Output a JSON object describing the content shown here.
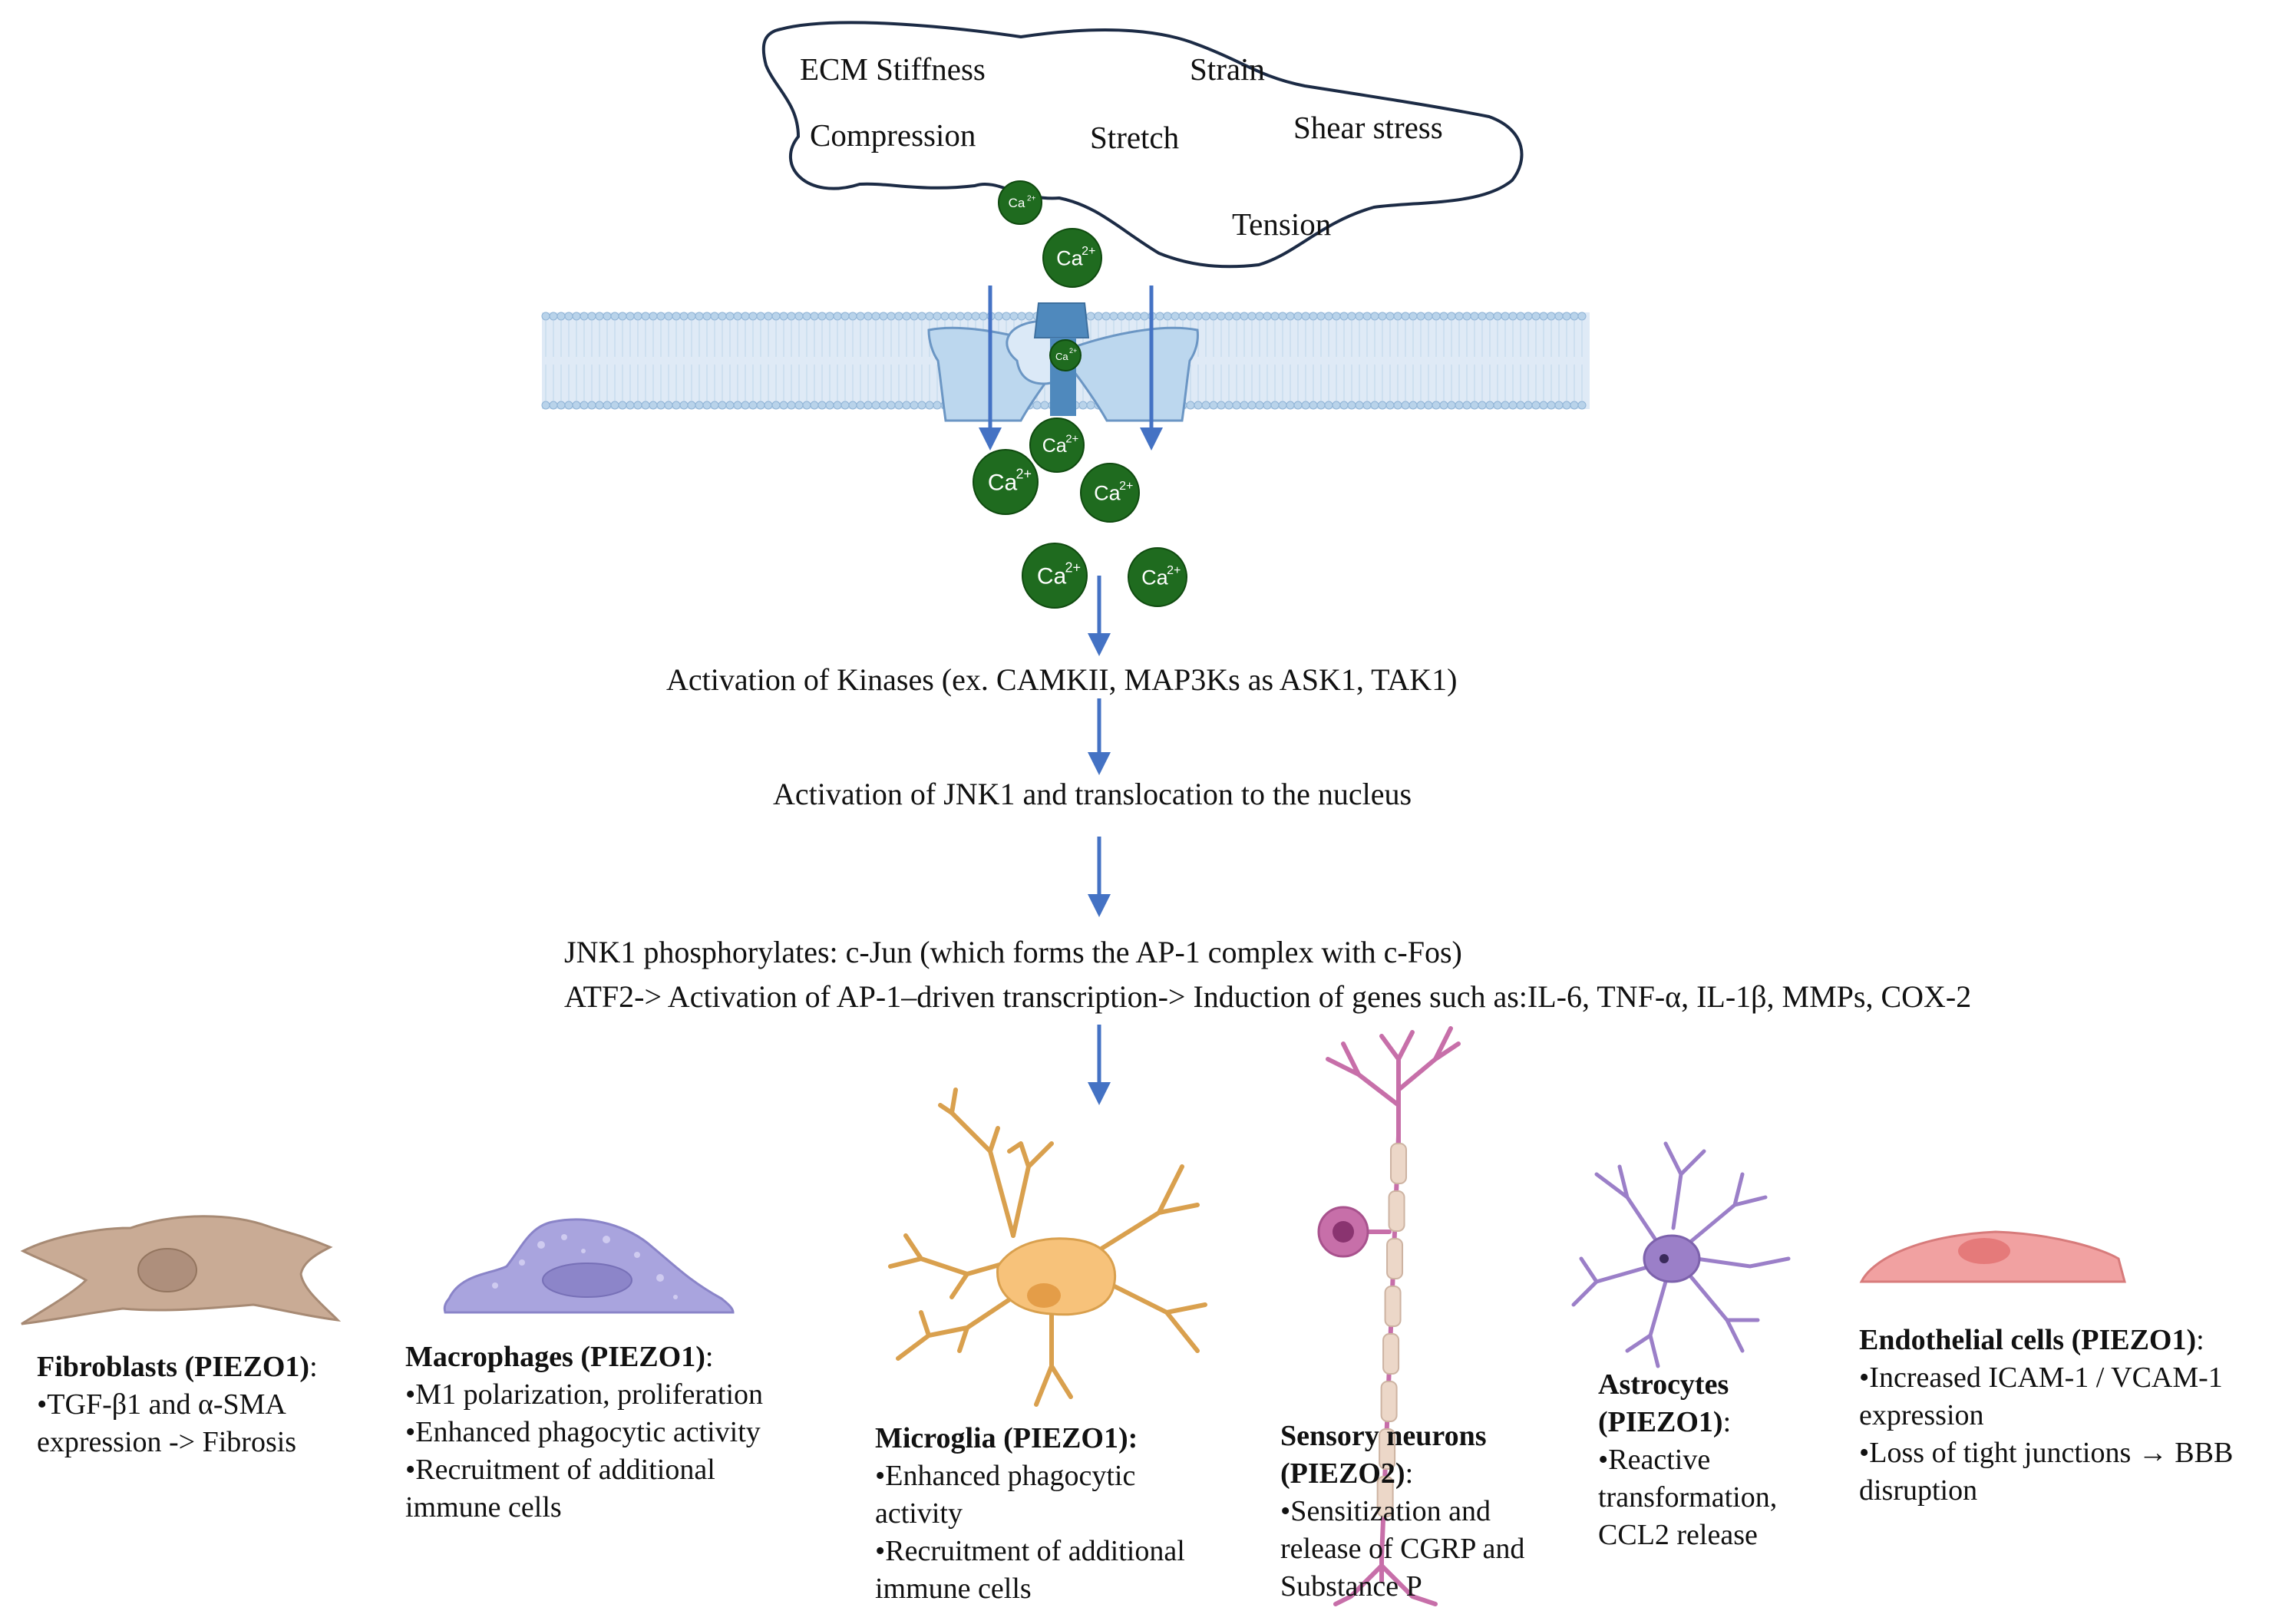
{
  "stimuli": {
    "ecm_stiffness": "ECM Stiffness",
    "strain": "Strain",
    "compression": "Compression",
    "stretch": "Stretch",
    "shear_stress": "Shear stress",
    "tension": "Tension"
  },
  "calcium": {
    "ion_main": "Ca",
    "ion_sup": "2+"
  },
  "pathway": {
    "step1": "Activation of Kinases (ex. CAMKII, MAP3Ks as ASK1, TAK1)",
    "step2": "Activation of JNK1 and translocation to the nucleus",
    "step3_line1": "JNK1 phosphorylates: c-Jun (which forms the AP-1 complex with c-Fos)",
    "step3_line2": "ATF2-> Activation of AP-1–driven transcription-> Induction of genes such as:IL-6, TNF-α, IL-1β, MMPs, COX-2"
  },
  "cells": {
    "fibroblasts": {
      "title": "Fibroblasts (PIEZO1)",
      "suffix": ":",
      "lines": [
        "•TGF-β1 and α-SMA",
        "expression -> Fibrosis"
      ]
    },
    "macrophages": {
      "title": "Macrophages (PIEZO1)",
      "suffix": ":",
      "lines": [
        "•M1 polarization, proliferation",
        "•Enhanced phagocytic activity",
        "•Recruitment of additional",
        "immune cells"
      ]
    },
    "microglia": {
      "title": "Microglia (PIEZO1):",
      "lines": [
        "•Enhanced phagocytic",
        "activity",
        "•Recruitment of additional",
        "immune cells"
      ]
    },
    "sensory_neurons": {
      "title_line1": "Sensory neurons",
      "title_line2": "(PIEZO2)",
      "suffix": ":",
      "lines": [
        "•Sensitization and",
        "release of CGRP and",
        "Substance P"
      ]
    },
    "astrocytes": {
      "title_line1": "Astrocytes",
      "title_line2": "(PIEZO1)",
      "suffix": ":",
      "lines": [
        "•Reactive",
        "transformation,",
        "CCL2 release"
      ]
    },
    "endothelial": {
      "title": "Endothelial cells (PIEZO1)",
      "suffix": ":",
      "lines": [
        "•Increased ICAM-1 / VCAM-1",
        "expression",
        "•Loss of tight junctions → BBB",
        "disruption"
      ]
    }
  },
  "colors": {
    "arrow": "#4472c4",
    "calcium": "#1f6b1f",
    "membrane": "#b9d3ea",
    "channel_light": "#bcd7ee",
    "channel_dark": "#4f89bd",
    "fibroblast": "#c9ab95",
    "macrophage": "#a9a4de",
    "microglia": "#f7c27a",
    "neuron": "#c76fa9",
    "astrocyte": "#9b7fc8",
    "endothelial": "#f1a1a1"
  }
}
